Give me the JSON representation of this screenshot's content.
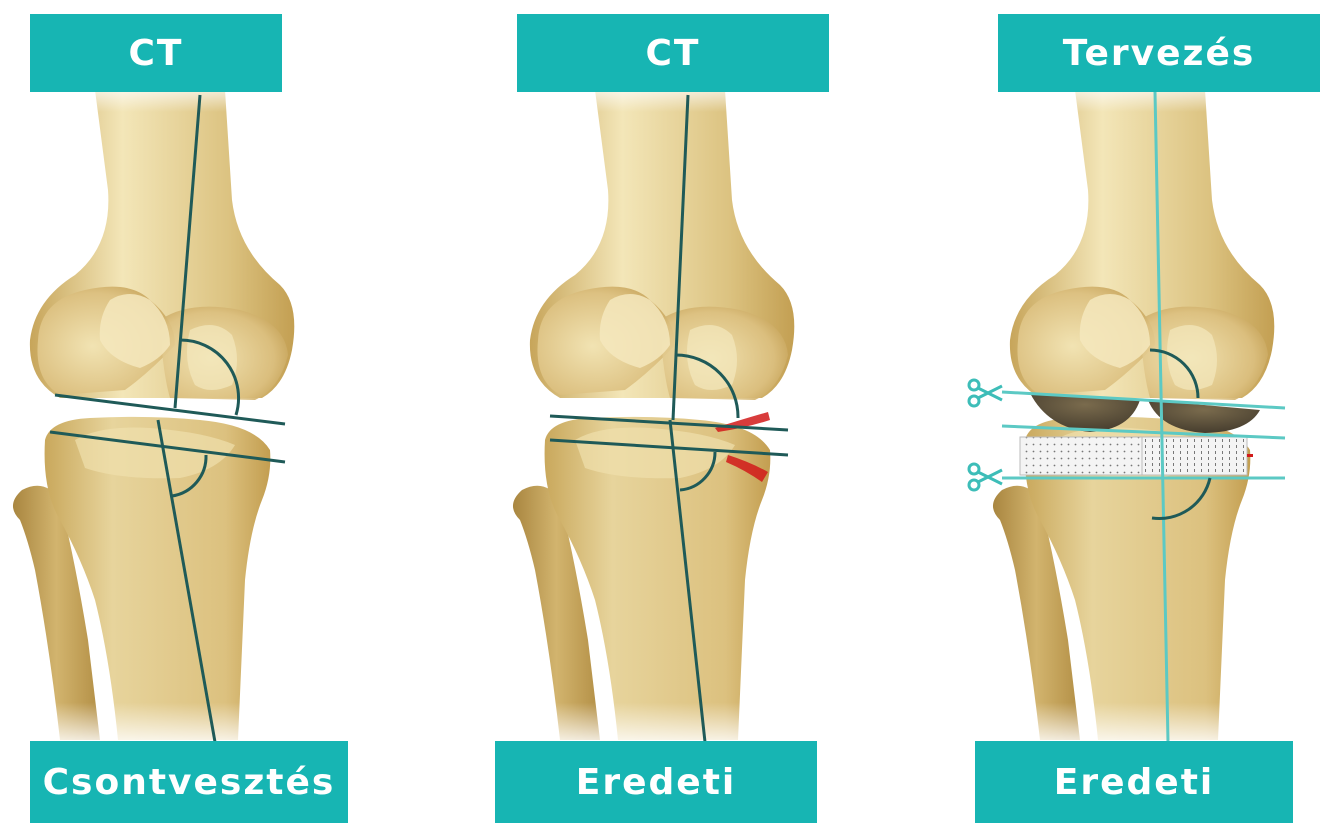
{
  "colors": {
    "label_bg": "#17b5b3",
    "label_text": "#ffffff",
    "axis_dark": "#1f5a58",
    "axis_teal": "#5cc9c4",
    "bone": "#e2cf96",
    "bone_shadow": "#c19f52",
    "bone_light": "#f5ecc9",
    "bone_loss": "#d11a1a",
    "resected": "#4f4636"
  },
  "panels": [
    {
      "top_label": "CT",
      "bottom_label": "Csontvesztés",
      "variant": "bone-loss"
    },
    {
      "top_label": "CT",
      "bottom_label": "Eredeti",
      "variant": "original"
    },
    {
      "top_label": "Tervezés",
      "bottom_label": "Eredeti",
      "variant": "planning"
    }
  ],
  "icons": [
    "scissors-icon",
    "scissors-icon"
  ]
}
